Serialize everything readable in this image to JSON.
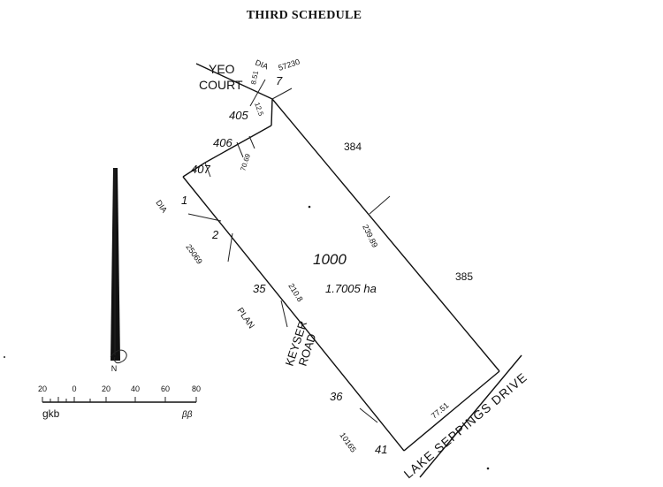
{
  "schedule_title": "THIRD SCHEDULE",
  "roads": {
    "yeo_court": [
      "YEO",
      "COURT"
    ],
    "keyser_road": [
      "KEYSER",
      "ROAD"
    ],
    "lake_seppings_drive": "LAKE SEPPINGS DRIVE"
  },
  "lots": {
    "main_lot": "1000",
    "main_area": "1.7005 ha",
    "lot_384": "384",
    "lot_385": "385",
    "lot_405": "405",
    "lot_406": "406",
    "lot_407": "407",
    "lot_1": "1",
    "lot_2": "2",
    "lot_35": "35",
    "lot_36": "36",
    "lot_41": "41",
    "lot_7": "7"
  },
  "plan_refs": {
    "dia_top": "DIA",
    "dia_top_number": "57230",
    "dia_left": "DIA",
    "dia_left_number": "25069",
    "plan_word": "PLAN",
    "plan_number": "10165"
  },
  "dimensions": {
    "top_small_1": "8.51",
    "top_small_2": "12.5",
    "northwest": "70.69",
    "east_long": "239.89",
    "southwest": "210.8",
    "south": "77.51"
  },
  "north_arrow": {
    "label": "N"
  },
  "scale_bar": {
    "ticks": [
      "20",
      "0",
      "20",
      "40",
      "60",
      "80"
    ],
    "left_note": "gkb",
    "right_note": "ββ"
  }
}
